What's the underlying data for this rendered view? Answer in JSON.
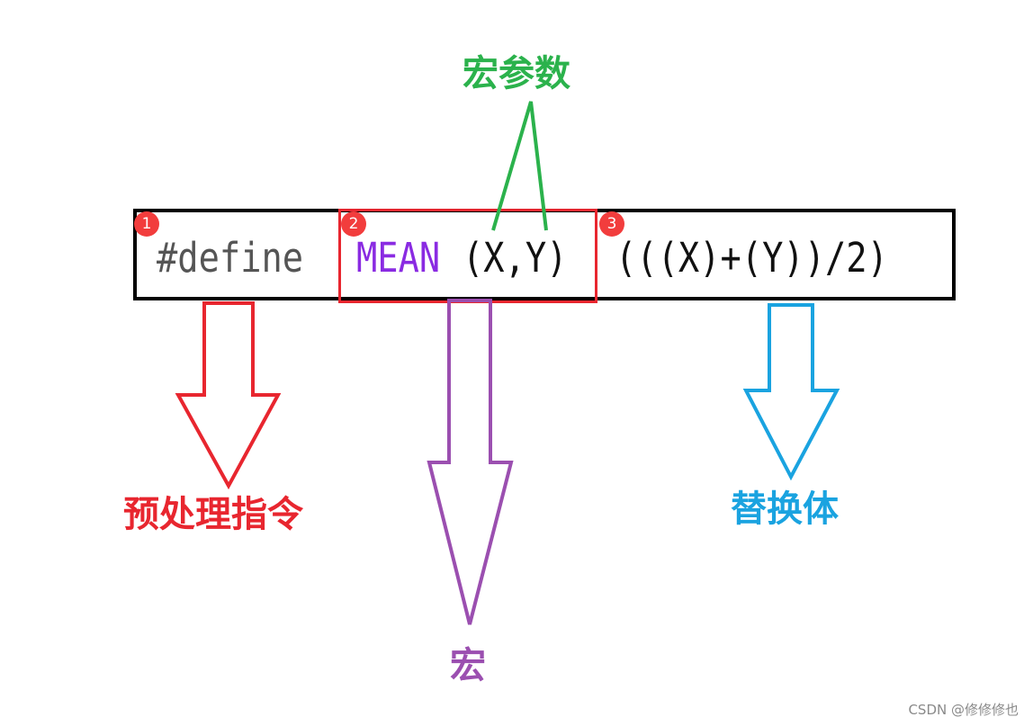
{
  "code": {
    "directive": "#define",
    "macro_name": "MEAN",
    "params": "(X,Y)",
    "body": "(((X)+(Y))/2)"
  },
  "badges": [
    "1",
    "2",
    "3"
  ],
  "labels": {
    "macro_params": "宏参数",
    "preprocessor_directive": "预处理指令",
    "macro": "宏",
    "replacement_body": "替换体"
  },
  "watermark": "CSDN @修修修也",
  "colors": {
    "directive_text": "#555555",
    "macro_name_text": "#8a2be2",
    "red": "#e8262f",
    "green": "#2bb24c",
    "purple": "#9b4fb0",
    "blue": "#1aa3e0",
    "badge": "#f23d3d"
  }
}
